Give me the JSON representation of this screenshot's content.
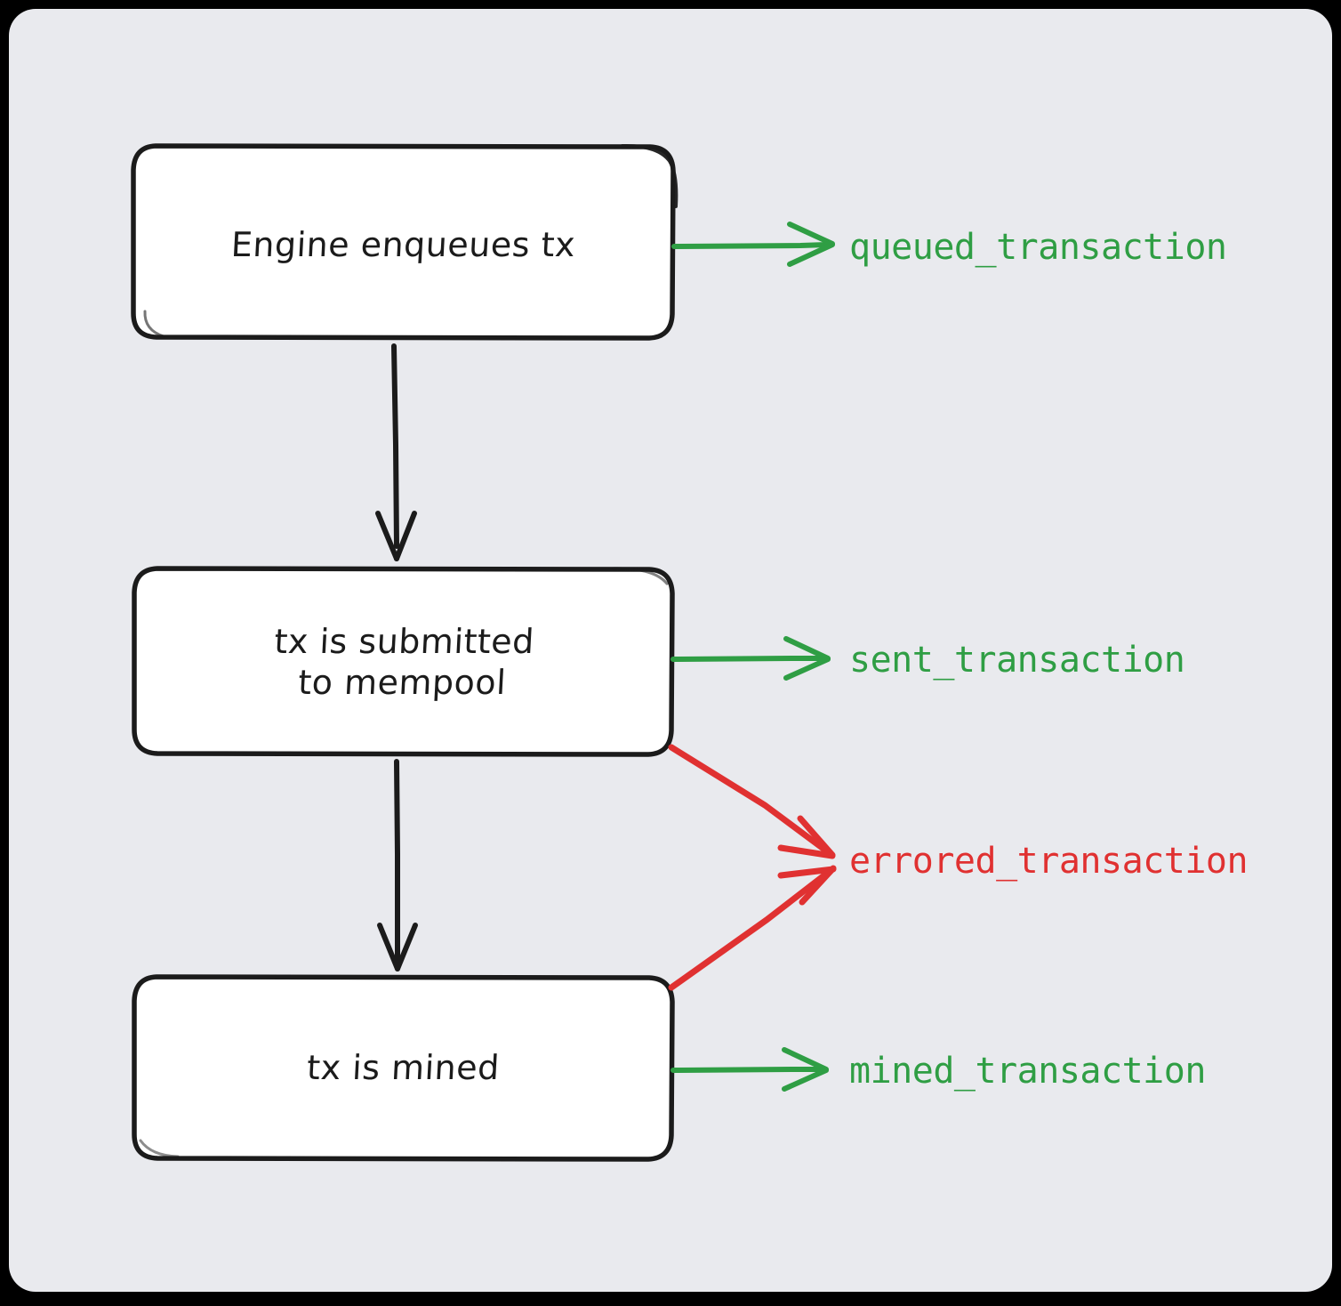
{
  "panel": {
    "background_color": "#e9eaee",
    "outer_background_color": "#000000"
  },
  "colors": {
    "node_stroke": "#1b1b1b",
    "node_fill": "#ffffff",
    "flow_arrow": "#1b1b1b",
    "success_event": "#2f9e44",
    "error_event": "#e03131"
  },
  "diagram": {
    "type": "flowchart",
    "direction": "top-to-bottom",
    "nodes": [
      {
        "id": "enqueued",
        "label": "Engine enqueues tx"
      },
      {
        "id": "submitted",
        "label": "tx is submitted\nto mempool"
      },
      {
        "id": "mined",
        "label": "tx is mined"
      }
    ],
    "events": [
      {
        "id": "queued",
        "label": "queued_transaction",
        "status": "success",
        "from": "enqueued"
      },
      {
        "id": "sent",
        "label": "sent_transaction",
        "status": "success",
        "from": "submitted"
      },
      {
        "id": "errored",
        "label": "errored_transaction",
        "status": "error",
        "from": "submitted,mined"
      },
      {
        "id": "mined",
        "label": "mined_transaction",
        "status": "success",
        "from": "mined"
      }
    ],
    "edges": [
      {
        "from": "enqueued",
        "to": "submitted",
        "kind": "flow"
      },
      {
        "from": "submitted",
        "to": "mined",
        "kind": "flow"
      },
      {
        "from": "enqueued",
        "to": "queued",
        "kind": "event-success"
      },
      {
        "from": "submitted",
        "to": "sent",
        "kind": "event-success"
      },
      {
        "from": "submitted",
        "to": "errored",
        "kind": "event-error"
      },
      {
        "from": "mined",
        "to": "errored",
        "kind": "event-error"
      },
      {
        "from": "mined",
        "to": "mined",
        "kind": "event-success"
      }
    ]
  }
}
